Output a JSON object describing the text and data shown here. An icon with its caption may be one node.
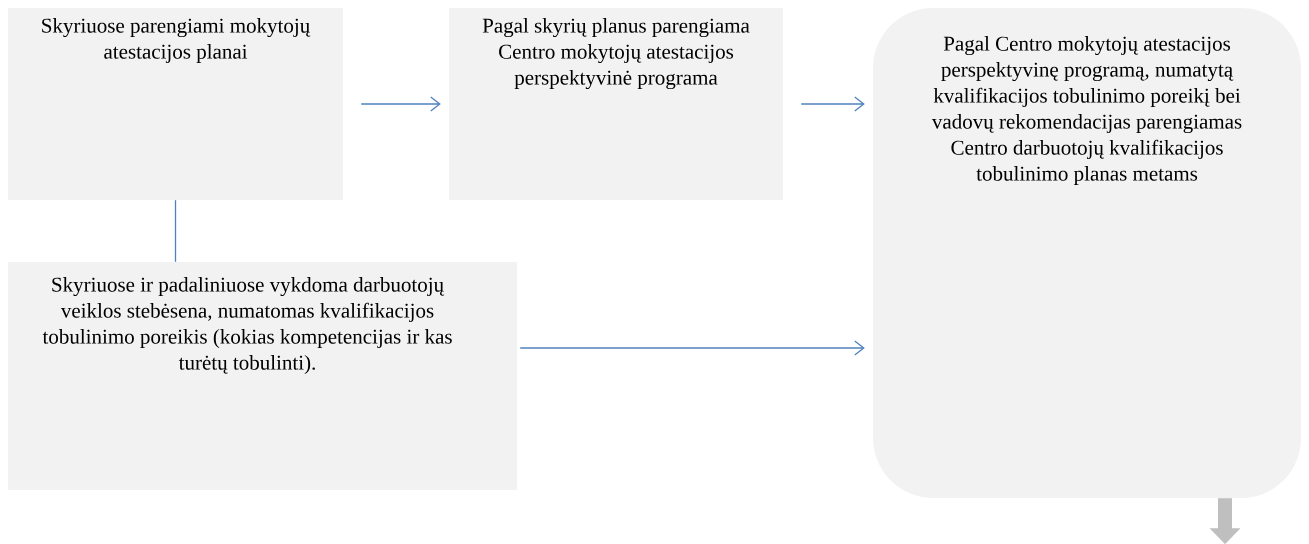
{
  "diagram": {
    "nodes": [
      {
        "text": [
          "Skyriuose parengiami mokytojų atestacijos planai"
        ]
      },
      {
        "text": [
          "Pagal skyrių planus parengiama Centro mokytojų atestacijos perspektyvinė programa"
        ]
      },
      {
        "text": [
          "Pagal  Centro mokytojų atestacijos perspektyvinę programą, numatytą kvalifikacijos tobulinimo poreikį bei vadovų rekomendacijas parengiamas Centro darbuotojų kvalifikacijos tobulinimo planas metams"
        ]
      },
      {
        "text": [
          "Skyriuose ir padaliniuose vykdoma darbuotojų veiklos stebėsena, numatomas kvalifikacijos tobulinimo poreikis (kokias kompetencijas ir kas turėtų  tobulinti)."
        ]
      }
    ],
    "edges": [
      {
        "from": 0,
        "to": 1,
        "arrow": "to"
      },
      {
        "from": 1,
        "to": 2,
        "arrow": "to"
      },
      {
        "from": 3,
        "to": 2,
        "arrow": "to"
      },
      {
        "from": 0,
        "to": 3,
        "arrow": "none"
      },
      {
        "from": 2,
        "to": null,
        "arrow": "to",
        "style": "thick",
        "color": "#bfbfbf"
      }
    ]
  }
}
